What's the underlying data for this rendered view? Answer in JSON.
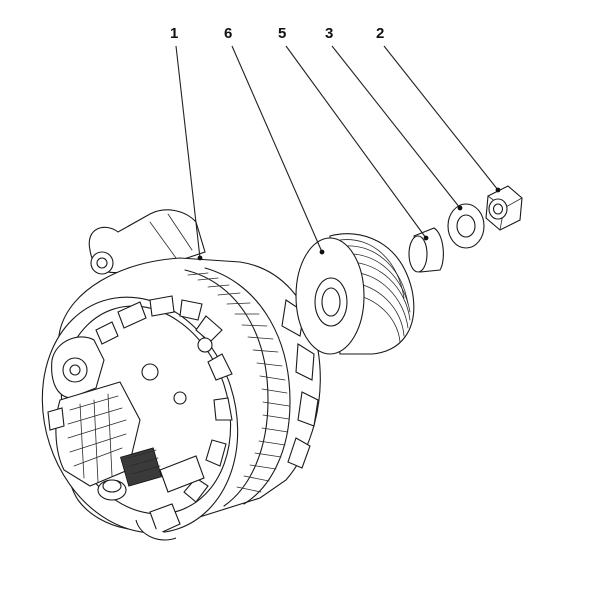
{
  "callouts": [
    {
      "id": "c1",
      "label": "1"
    },
    {
      "id": "c6",
      "label": "6"
    },
    {
      "id": "c5",
      "label": "5"
    },
    {
      "id": "c3",
      "label": "3"
    },
    {
      "id": "c2",
      "label": "2"
    }
  ]
}
